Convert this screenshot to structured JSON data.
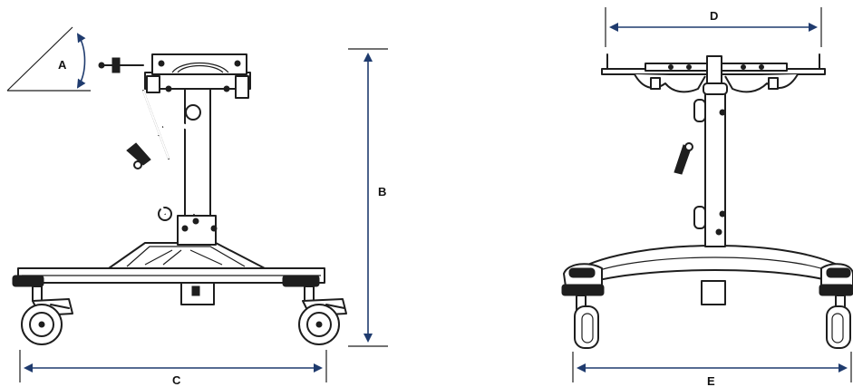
{
  "dimension_labels": {
    "a": "A",
    "b": "B",
    "c": "C",
    "d": "D",
    "e": "E"
  },
  "colors": {
    "dimension_arrow": "#1f3b6e",
    "line_art": "#1e1e1e",
    "background": "#ffffff"
  }
}
